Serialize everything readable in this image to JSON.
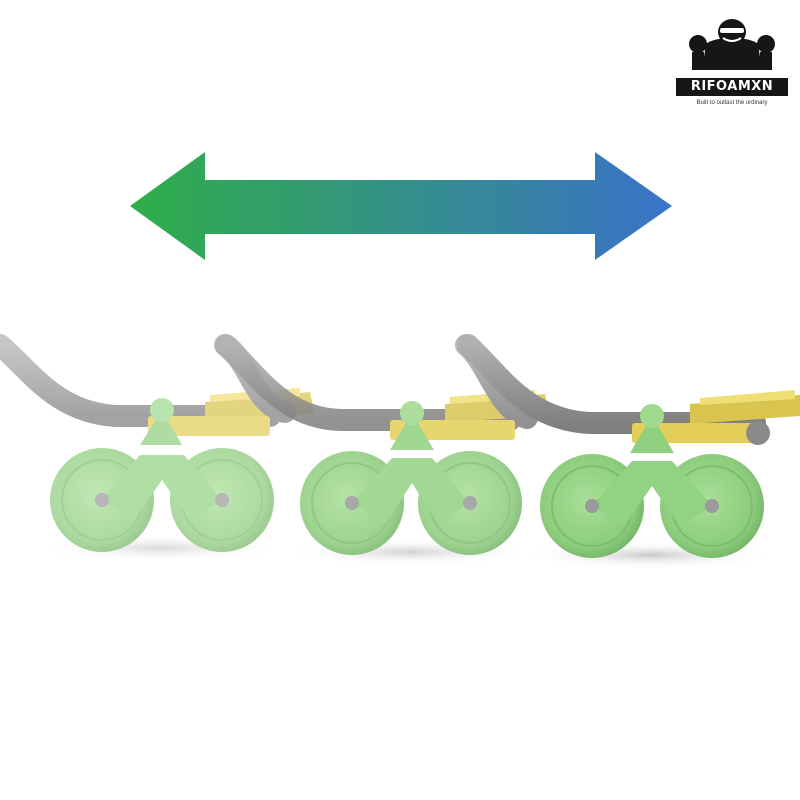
{
  "logo": {
    "brand": "RIFOAMXN",
    "tagline": "Built to outlast the ordinary",
    "icon": "gorilla-icon"
  },
  "direction_arrow": {
    "icon": "double-headed-arrow-icon",
    "color_start": "#2fae48",
    "color_end": "#3a72c9"
  },
  "product": {
    "name": "ab-roller",
    "count": 3,
    "wheel_color": "#9fd98e",
    "handle_color": "#8c8c8c",
    "bracket_color": "#e3cf58"
  }
}
